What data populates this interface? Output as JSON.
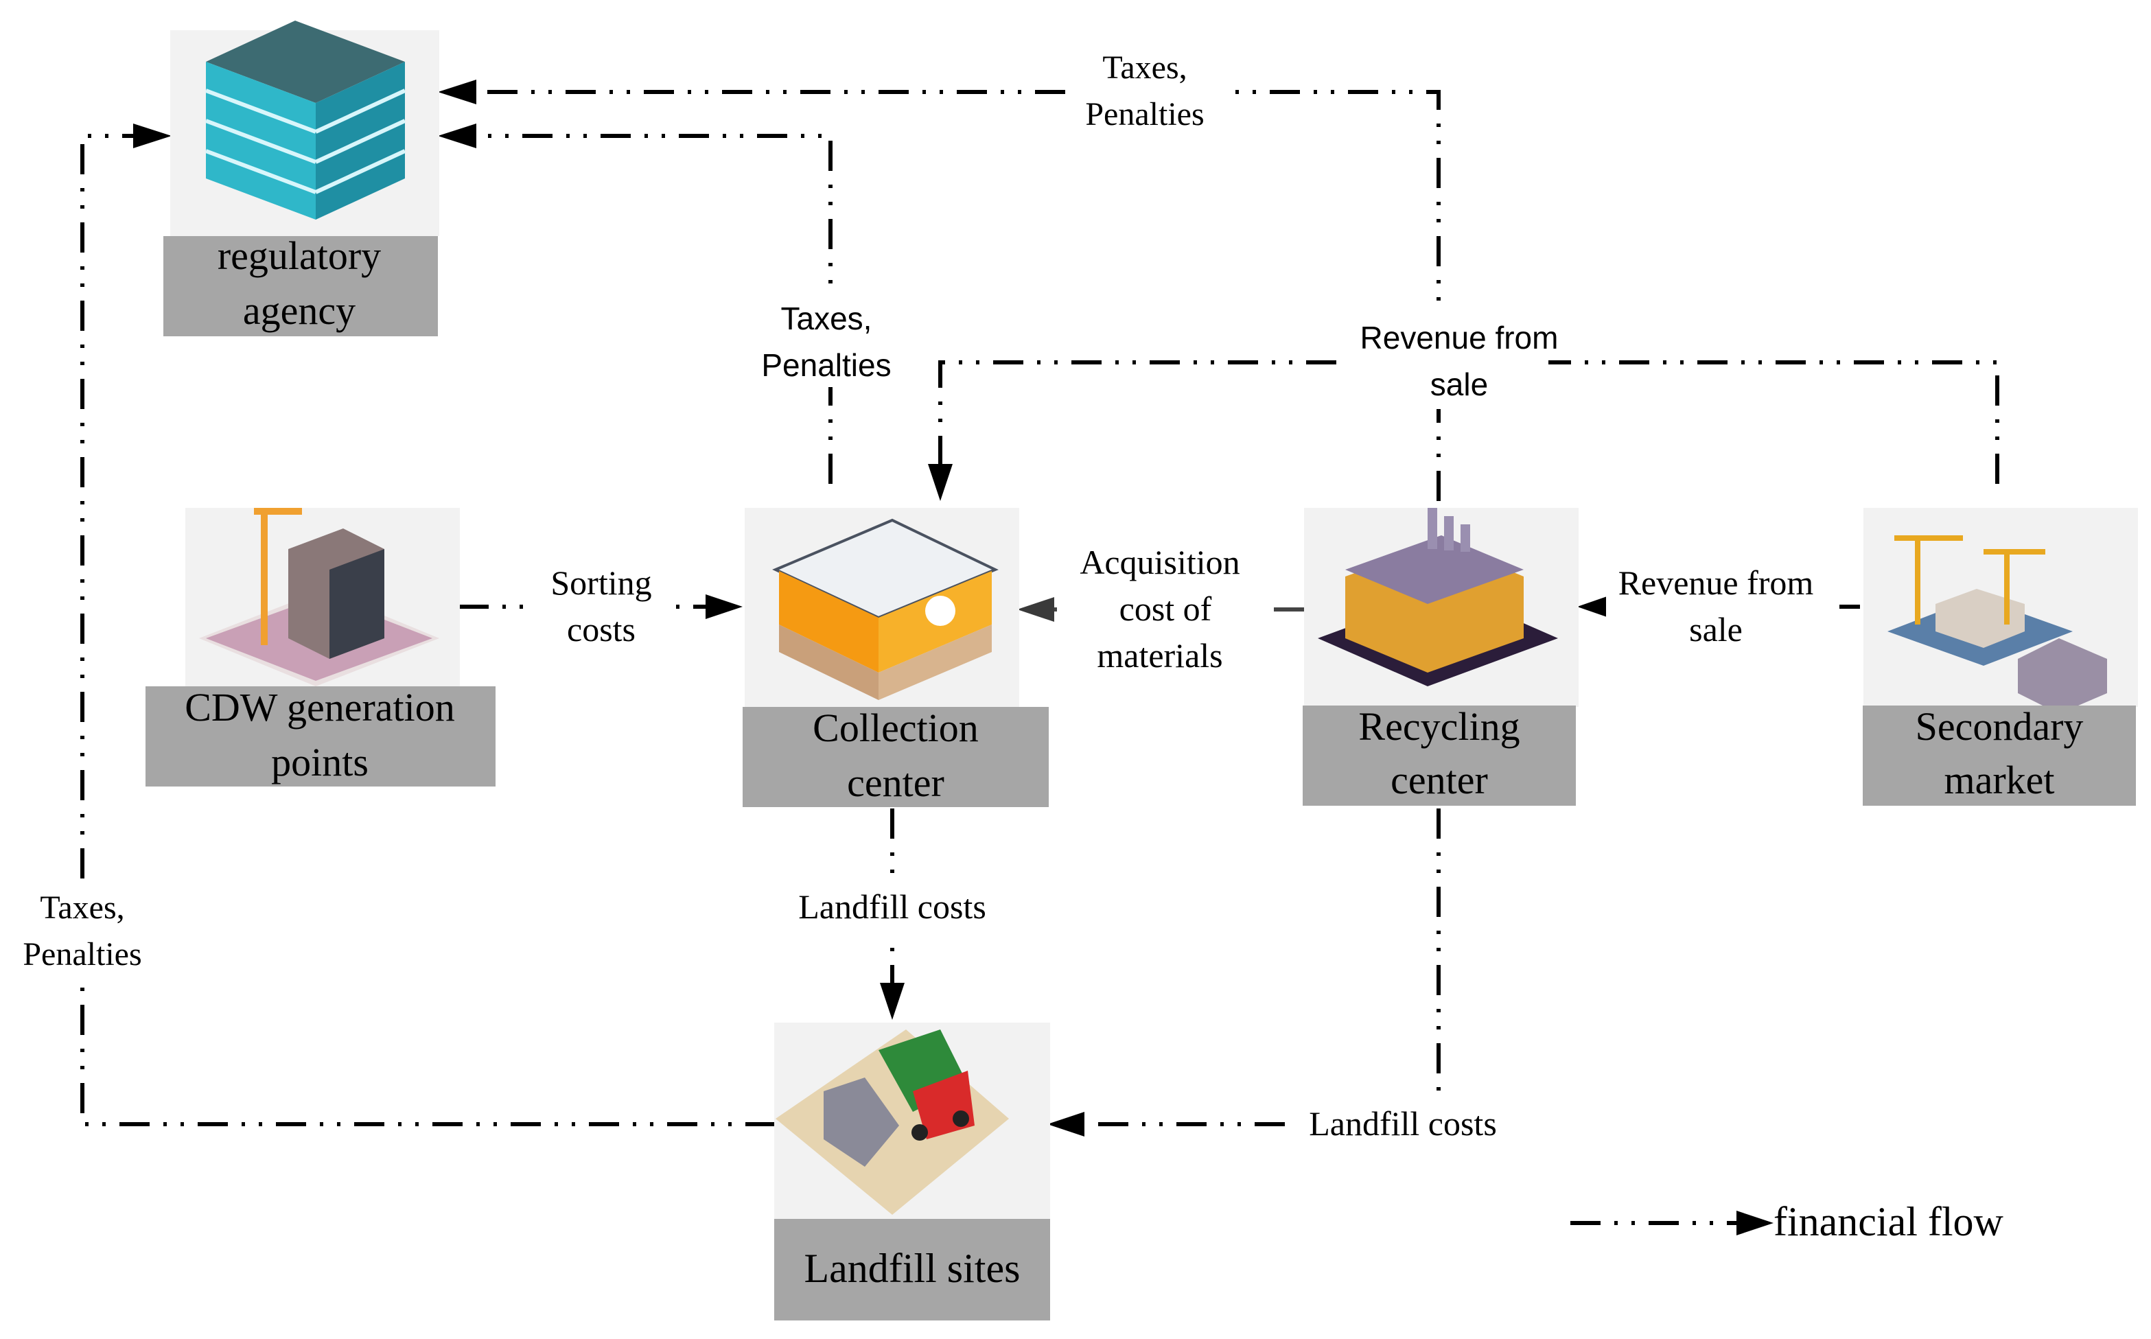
{
  "nodes": {
    "regulatory": {
      "line1": "regulatory",
      "line2": "agency"
    },
    "cdw": {
      "line1": "CDW generation",
      "line2": "points"
    },
    "collection": {
      "line1": "Collection",
      "line2": "center"
    },
    "recycling": {
      "line1": "Recycling",
      "line2": "center"
    },
    "secondary": {
      "line1": "Secondary",
      "line2": "market"
    },
    "landfill": {
      "line1": "Landfill sites"
    }
  },
  "flows": {
    "taxes_top": {
      "line1": "Taxes,",
      "line2": "Penalties"
    },
    "taxes_mid": {
      "line1": "Taxes,",
      "line2": "Penalties"
    },
    "taxes_left": {
      "line1": "Taxes,",
      "line2": "Penalties"
    },
    "revenue_top": {
      "line1": "Revenue from",
      "line2": "sale"
    },
    "revenue_right": {
      "line1": "Revenue from",
      "line2": "sale"
    },
    "sorting": {
      "line1": "Sorting",
      "line2": "costs"
    },
    "acquisition": {
      "line1": "Acquisition",
      "line2": "cost of",
      "line3": "materials"
    },
    "landfill_collection": {
      "line1": "Landfill costs"
    },
    "landfill_recycling": {
      "line1": "Landfill costs"
    }
  },
  "legend": {
    "label": "financial flow"
  },
  "icons": {
    "regulatory": "office-building-icon",
    "cdw": "construction-site-icon",
    "collection": "recycling-warehouse-icon",
    "recycling": "recycling-factory-icon",
    "secondary": "market-cranes-icon",
    "landfill": "landfill-truck-icon"
  }
}
